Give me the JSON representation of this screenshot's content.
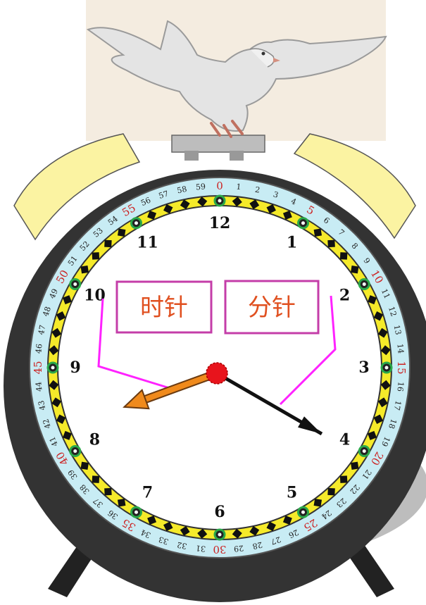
{
  "dial": {
    "hours": [
      {
        "n": 1,
        "label": "1"
      },
      {
        "n": 2,
        "label": "2"
      },
      {
        "n": 3,
        "label": "3"
      },
      {
        "n": 4,
        "label": "4"
      },
      {
        "n": 5,
        "label": "5"
      },
      {
        "n": 6,
        "label": "6"
      },
      {
        "n": 7,
        "label": "7"
      },
      {
        "n": 8,
        "label": "8"
      },
      {
        "n": 9,
        "label": "9"
      },
      {
        "n": 10,
        "label": "10"
      },
      {
        "n": 11,
        "label": "11"
      },
      {
        "n": 12,
        "label": "12"
      }
    ],
    "minute_marks_start": 0,
    "minute_marks_end": 59,
    "top_minute_label": "0",
    "highlight_minute_color": "#cc2222",
    "minute_number_color": "#222222"
  },
  "hands": {
    "hour_hand_label": "时针",
    "minute_hand_label": "分针",
    "hour_hand_color": "#f08a1c",
    "minute_hand_color": "#111111",
    "center_color": "#e8141c",
    "callout_color": "#ff22ff",
    "label_text_color": "#e05020"
  },
  "time": {
    "hours": 8,
    "minutes": 20
  },
  "colors": {
    "bell": "#fbf3a2",
    "case": "#333333",
    "minute_ring": "#c8ecf4",
    "hour_ring": "#f5ea2a",
    "shadow": "#bdbdbd",
    "backdrop": "#f4ece0",
    "dot_ring": "#2aa84a"
  }
}
